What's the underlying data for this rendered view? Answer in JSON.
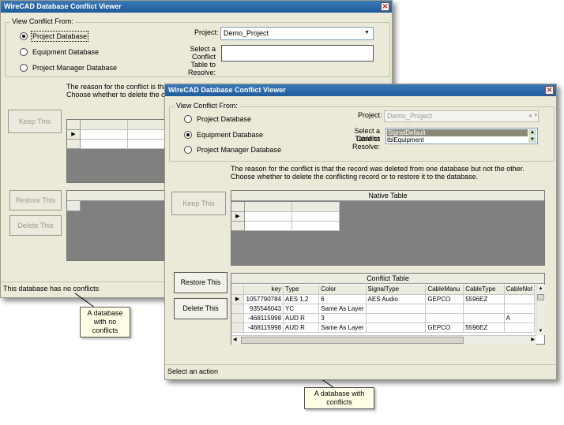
{
  "back_window": {
    "title": "WireCAD Database Conflict Viewer",
    "view_conflict_from": "View Conflict From:",
    "radios": [
      "Project Database",
      "Equipment Database",
      "Project Manager Database"
    ],
    "selected_radio": 0,
    "project_label": "Project:",
    "project_value": "Demo_Project",
    "table_label": "Select a Conflict\nTable to Resolve:",
    "reason_text": "The reason for the conflict is that th...\nChoose whether to delete the conflic...",
    "keep_button": "Keep This",
    "restore_button": "Restore This",
    "delete_button": "Delete This",
    "status_text": "This database has no conflicts"
  },
  "front_window": {
    "title": "WireCAD Database Conflict Viewer",
    "view_conflict_from": "View Conflict From:",
    "radios": [
      "Project Database",
      "Equipment Database",
      "Project Manager Database"
    ],
    "selected_radio": 1,
    "project_label": "Project:",
    "project_value": "Demo_Project",
    "table_label_line1": "Select a Conflict",
    "table_label_line2": "Table to Resolve:",
    "table_list": [
      "SignalDefault",
      "tblEquipment"
    ],
    "selected_table": "SignalDefault",
    "reason_line1": "The reason for the conflict is that the record was deleted from one database but not the other.",
    "reason_line2": "Choose whether to delete the conflicting record or to restore it to the database.",
    "keep_button": "Keep This",
    "restore_button": "Restore This",
    "delete_button": "Delete This",
    "native_table_title": "Native Table",
    "conflict_table_title": "Conflict Table",
    "conflict_columns": [
      "key",
      "Type",
      "Color",
      "SignalType",
      "CableManu",
      "CableType",
      "CableNot"
    ],
    "conflict_rows": [
      [
        "1057790784",
        "AES 1,2",
        "6",
        "AES Audio",
        "GEPCO",
        "5596EZ",
        ""
      ],
      [
        "935546043",
        "YC",
        "Same As Layer",
        "",
        "",
        "",
        ""
      ],
      [
        "-468115998",
        "AUD R",
        "3",
        "",
        "",
        "",
        "A"
      ],
      [
        "-468115998",
        "AUD R",
        "Same As Layer",
        "",
        "GEPCO",
        "5596EZ",
        ""
      ]
    ],
    "status_text": "Select an action"
  },
  "callouts": {
    "no_conflicts": "A database\nwith no\nconflicts",
    "with_conflicts": "A database with\nconflicts"
  }
}
